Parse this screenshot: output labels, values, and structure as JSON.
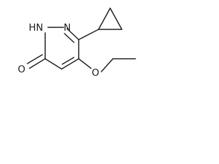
{
  "molecule": {
    "atoms": {
      "nh": "HN",
      "n": "N",
      "o_carbonyl": "O",
      "o_ether": "O"
    }
  }
}
